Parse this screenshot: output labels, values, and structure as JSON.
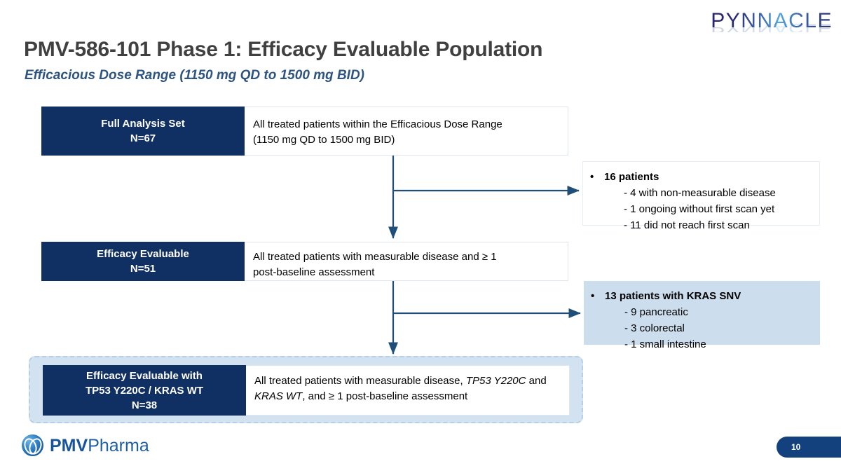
{
  "brand": {
    "logo_text": "PYNNACLE",
    "footer_logo_bold": "PMV",
    "footer_logo_light": "Pharma"
  },
  "header": {
    "title": "PMV-586-101 Phase 1: Efficacy Evaluable Population",
    "subtitle": "Efficacious Dose Range (1150 mg QD to 1500 mg BID)"
  },
  "footer": {
    "page_number": "10"
  },
  "colors": {
    "navy_box": "#102f63",
    "highlight_blue": "#d3e2f0",
    "callout_blue": "#ccdded",
    "subtitle_blue": "#2e5481",
    "connector_blue": "#1f4e79",
    "title_gray": "#404040"
  },
  "flow": {
    "boxes": [
      {
        "label_line1": "Full Analysis Set",
        "label_line2": "N=67",
        "desc_line1": "All treated patients within the Efficacious Dose Range",
        "desc_line2": "(1150 mg QD to 1500 mg BID)"
      },
      {
        "label_line1": "Efficacy Evaluable",
        "label_line2": "N=51",
        "desc_line1": "All treated patients with measurable disease and ≥ 1",
        "desc_line2": "post-baseline assessment"
      },
      {
        "label_line1": "Efficacy Evaluable with",
        "label_line2": "TP53 Y220C / KRAS WT",
        "label_line3": "N=38",
        "desc_prefix": "All treated patients with measurable disease, ",
        "desc_italic1": "TP53 Y220C",
        "desc_mid": " and ",
        "desc_italic2": "KRAS WT",
        "desc_suffix": ", and ≥ 1 post-baseline assessment"
      }
    ],
    "callouts": [
      {
        "bullet": "•",
        "heading": "16 patients",
        "items": [
          "- 4 with non-measurable disease",
          "- 1 ongoing without first scan yet",
          "- 11 did not reach first scan"
        ]
      },
      {
        "bullet": "•",
        "heading": "13 patients with KRAS SNV",
        "items": [
          "- 9 pancreatic",
          "- 3 colorectal",
          "- 1 small intestine"
        ]
      }
    ]
  }
}
